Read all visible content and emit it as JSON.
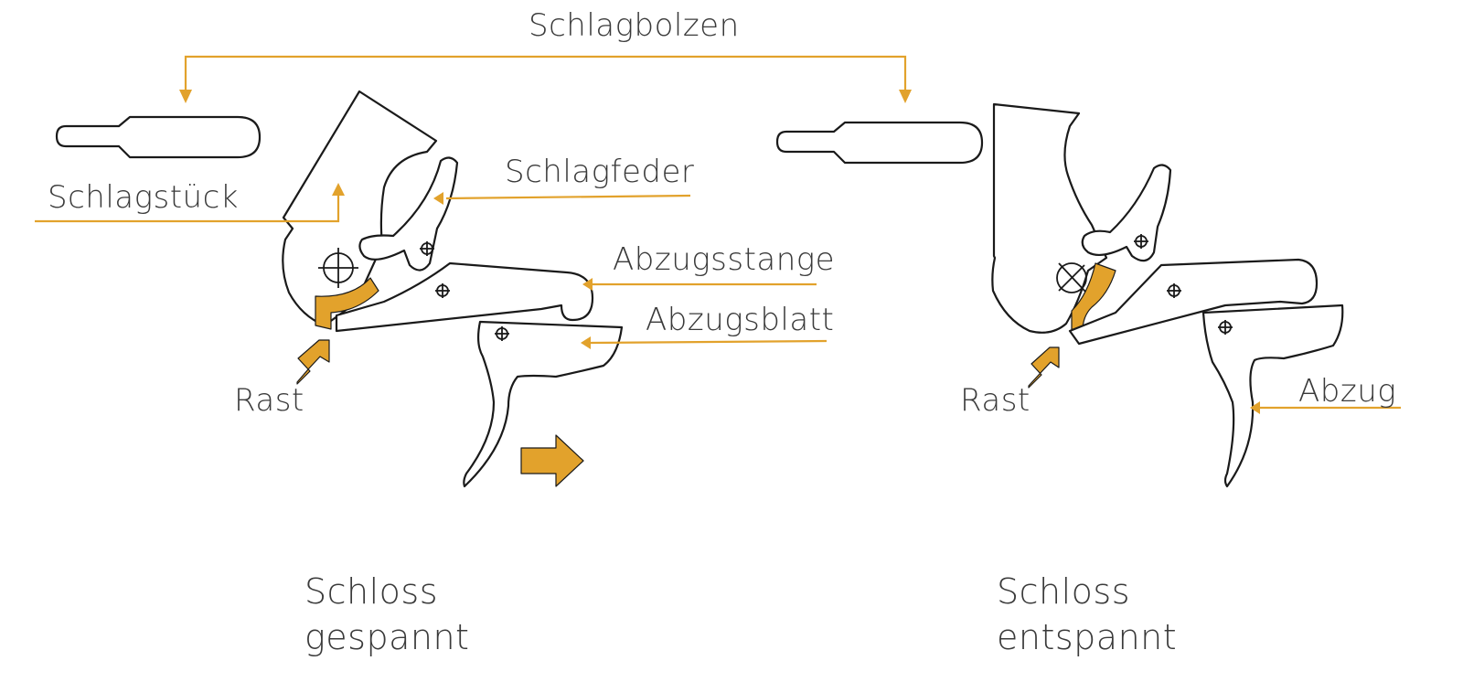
{
  "colors": {
    "accent": "#e2a22c",
    "line": "#1a1a1a",
    "text": "#3a3a3a"
  },
  "labels": {
    "firing_pin": "Schlagbolzen",
    "hammer": "Schlagstück",
    "mainspring": "Schlagfeder",
    "trigger_bar": "Abzugsstange",
    "trigger_blade": "Abzugsblatt",
    "sear_left": "Rast",
    "sear_right": "Rast",
    "trigger": "Abzug"
  },
  "captions": {
    "cocked_line1": "Schloss",
    "cocked_line2": "gespannt",
    "uncocked_line1": "Schloss",
    "uncocked_line2": "entspannt"
  }
}
